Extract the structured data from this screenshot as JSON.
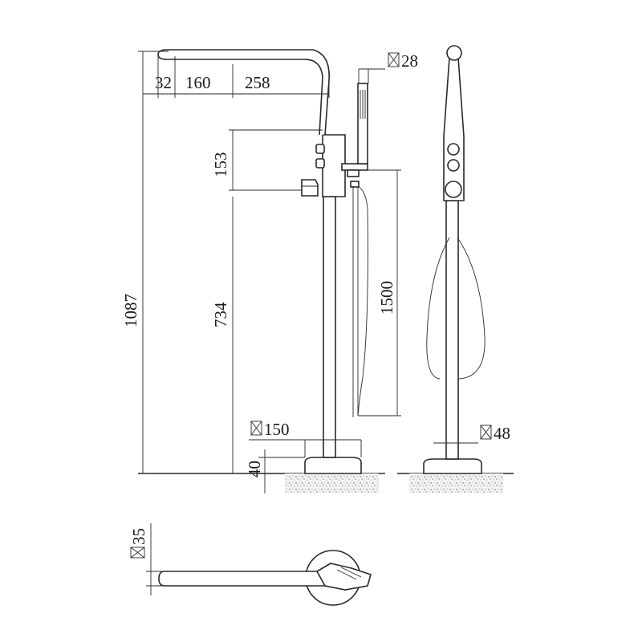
{
  "drawing": {
    "front_view": {
      "spout_offset_a": "32",
      "spout_offset_b": "160",
      "spout_reach": "258",
      "hand_shower_square": "28",
      "valve_spacing": "153",
      "total_height": "1087",
      "valve_height": "734",
      "hose_length": "1500",
      "base_square": "150",
      "base_height": "40"
    },
    "side_view": {
      "column_square": "48"
    },
    "top_view": {
      "spout_square": "35"
    }
  }
}
